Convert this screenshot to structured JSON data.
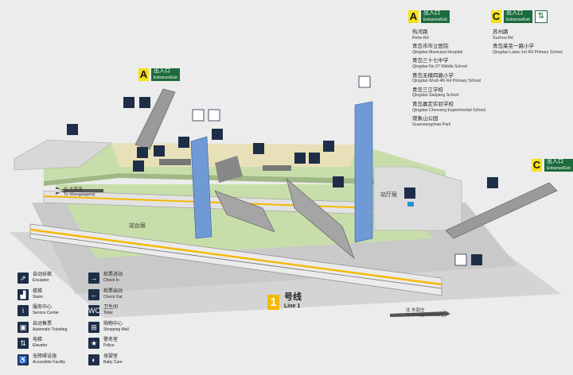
{
  "exits": {
    "A": {
      "letter": "A",
      "label_cn": "出入口",
      "label_en": "Entrance/Exit",
      "destinations": [
        {
          "cn": "热河路",
          "en": "Rehe Rd"
        },
        {
          "cn": "青岛市市立医院",
          "en": "Qingdao Municipal Hospital"
        },
        {
          "cn": "青岛三十七中学",
          "en": "Qingdao No.37 Middle School"
        },
        {
          "cn": "青岛无棣四路小学",
          "en": "Qingdao Wudi 4th Rd Primary School"
        },
        {
          "cn": "青岛三江学校",
          "en": "Qingdao Sanjiang School"
        },
        {
          "cn": "青岛嘉定实验学校",
          "en": "Qingdao Chenxing Experimental School"
        },
        {
          "cn": "观象山公园",
          "en": "Guanxiangshan Park"
        }
      ]
    },
    "C": {
      "letter": "C",
      "label_cn": "出入口",
      "label_en": "Entrance/Exit",
      "destinations": [
        {
          "cn": "苏州路",
          "en": "Suzhou Rd"
        },
        {
          "cn": "青岛莱芜一路小学",
          "en": "Qingdao Laiwu 1st Rd Primary School"
        }
      ]
    },
    "map_A": {
      "letter": "A",
      "label_cn": "出入口",
      "label_en": "Entrance/Exit"
    },
    "map_C": {
      "letter": "C",
      "label_cn": "出入口",
      "label_en": "Entrance/Exit"
    }
  },
  "areas": {
    "concourse": "站厅层",
    "platform": "站台层"
  },
  "directions": {
    "left": "往 王家港",
    "left_en": "To Wangjiagang",
    "right": "往 东郭庄",
    "right_en": "To Dongguozhuang"
  },
  "legend_left": [
    {
      "icon": "escalator-icon",
      "glyph": "⇗",
      "cn": "自动扶梯",
      "en": "Escalator"
    },
    {
      "icon": "stairs-icon",
      "glyph": "▟",
      "cn": "楼梯",
      "en": "Stairs"
    },
    {
      "icon": "service-center-icon",
      "glyph": "i",
      "cn": "服务中心",
      "en": "Service Center"
    },
    {
      "icon": "ticket-machine-icon",
      "glyph": "▣",
      "cn": "自动售票",
      "en": "Automatic Ticketing"
    },
    {
      "icon": "elevator-icon",
      "glyph": "⇅",
      "cn": "电梯",
      "en": "Elevator"
    },
    {
      "icon": "accessible-icon",
      "glyph": "♿",
      "cn": "无障碍设施",
      "en": "Accessible Facility"
    }
  ],
  "legend_right": [
    {
      "icon": "check-in-icon",
      "glyph": "→",
      "cn": "检票进站",
      "en": "Check In"
    },
    {
      "icon": "check-out-icon",
      "glyph": "←",
      "cn": "检票出站",
      "en": "Check Out"
    },
    {
      "icon": "toilet-icon",
      "glyph": "WC",
      "cn": "卫生间",
      "en": "Toilet"
    },
    {
      "icon": "shopping-icon",
      "glyph": "⊞",
      "cn": "购物中心",
      "en": "Shopping Mall"
    },
    {
      "icon": "police-icon",
      "glyph": "★",
      "cn": "警务室",
      "en": "Police"
    },
    {
      "icon": "baby-care-icon",
      "glyph": "◐",
      "cn": "母婴室",
      "en": "Baby Care"
    }
  ],
  "line": {
    "number": "1",
    "cn": "号线",
    "en": "Line 1"
  },
  "colors": {
    "line": "#f5b800",
    "exit_yellow": "#f5e11a",
    "exit_green": "#1c6b3c",
    "icon_navy": "#1e2e48",
    "pillar": "#6f9ad6",
    "floor": "#cfe2b4"
  }
}
